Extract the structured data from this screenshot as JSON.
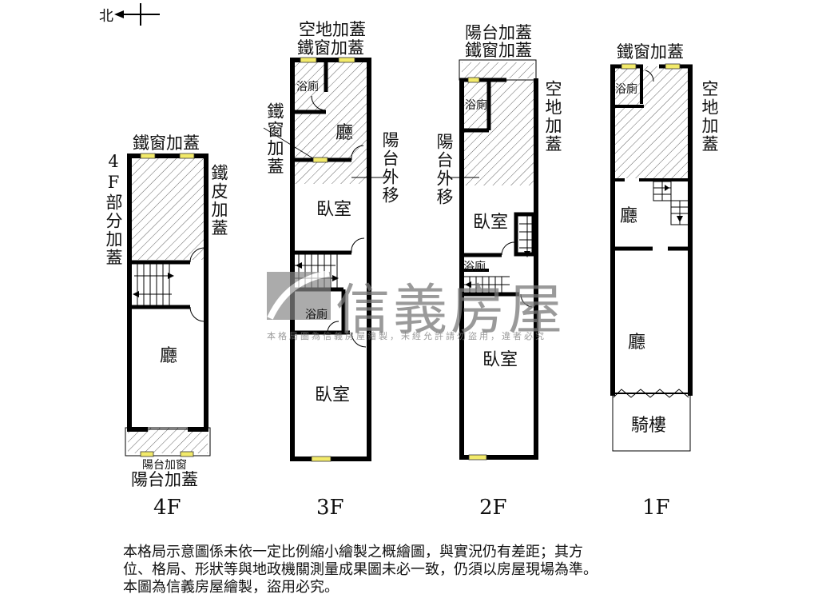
{
  "compass": {
    "label": "北",
    "direction": "left"
  },
  "floors": [
    {
      "id": "4F",
      "label": "4F",
      "top_note": "鐵窗加蓋",
      "left_note": "4F部分加蓋",
      "right_note": "鐵皮加蓋",
      "rooms": [
        "廳"
      ],
      "bottom_note_small": "陽台加窗",
      "bottom_note": "陽台加蓋"
    },
    {
      "id": "3F",
      "label": "3F",
      "top_note_1": "空地加蓋",
      "top_note_2": "鐵窗加蓋",
      "left_note": "鐵窗加蓋",
      "right_note": "陽台外移",
      "rooms": [
        "浴廁",
        "廳",
        "臥室",
        "浴廁",
        "臥室"
      ]
    },
    {
      "id": "2F",
      "label": "2F",
      "top_note_1": "陽台加蓋",
      "top_note_2": "鐵窗加蓋",
      "left_note": "陽台外移",
      "right_note": "空地加蓋",
      "rooms": [
        "浴廁",
        "臥室",
        "浴廁",
        "臥室"
      ]
    },
    {
      "id": "1F",
      "label": "1F",
      "top_note": "鐵窗加蓋",
      "right_note": "空地加蓋",
      "rooms": [
        "浴廁",
        "廳",
        "廳",
        "騎樓"
      ]
    }
  ],
  "watermark": {
    "brand": "信義房屋",
    "notice": "本格局圖為信義房屋繪製，未經允許請勿盜用，違者必究"
  },
  "disclaimer": {
    "lines": [
      "本格局示意圖係未依一定比例縮小繪製之概繪圖，與實況仍有差距；其方",
      "位、格局、形狀等與地政機關測量成果圖未必一致，仍須以房屋現場為準。",
      "本圖為信義房屋繪製，盜用必究。"
    ]
  },
  "colors": {
    "wall": "#000000",
    "hatch": "#555555",
    "window": "#f2ea6a",
    "watermark": "#8a8a8a"
  }
}
